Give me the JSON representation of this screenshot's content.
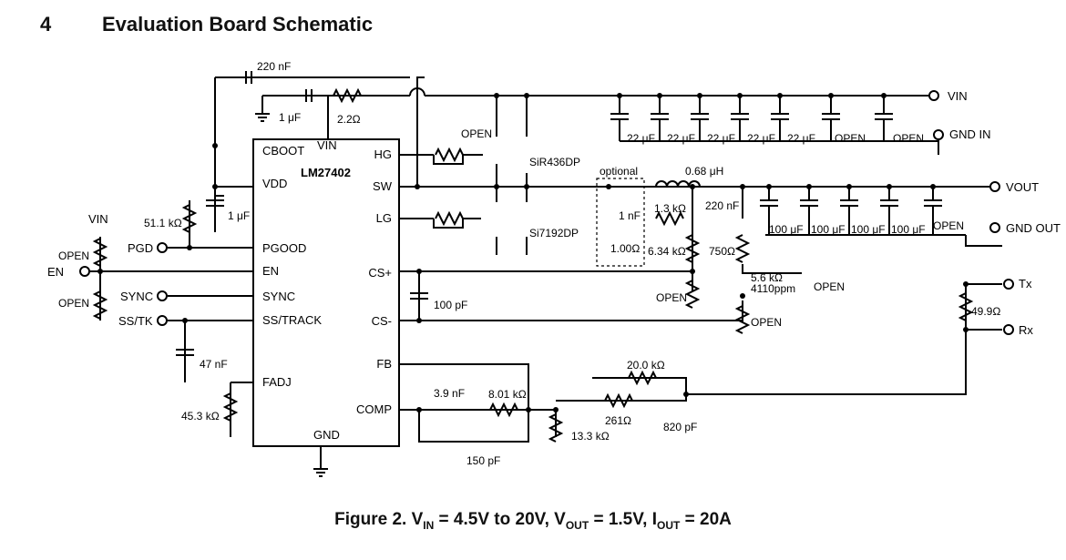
{
  "header": {
    "number": "4",
    "title": "Evaluation Board Schematic"
  },
  "ic": {
    "name": "LM27402",
    "pins_left": [
      "CBOOT",
      "VDD",
      "PGOOD",
      "EN",
      "SYNC",
      "SS/TRACK",
      "FADJ"
    ],
    "pins_right": [
      "HG",
      "SW",
      "LG",
      "CS+",
      "CS-",
      "FB",
      "COMP"
    ],
    "pin_top": "VIN",
    "pin_bottom": "GND"
  },
  "terminals": {
    "vin": "VIN",
    "gnd_in": "GND IN",
    "vout": "VOUT",
    "gnd_out": "GND OUT",
    "tx": "Tx",
    "rx": "Rx",
    "en": "EN",
    "pgd": "PGD",
    "sync": "SYNC",
    "ss_tk": "SS/TK",
    "vin_left": "VIN"
  },
  "labels": {
    "optional": "optional",
    "cb_val": "220 nF",
    "cin_val": "1 μF",
    "rin_val": "2.2Ω",
    "qt2_open": "OPEN",
    "qt1_part": "SiR436DP",
    "ql1_part": "Si7192DP",
    "cdd_val": "1 μF",
    "rpg_val": "51.1 kΩ",
    "ren1_val": "OPEN",
    "ren2_val": "OPEN",
    "lout_val": "0.68 μH",
    "csb_val": "1 nF",
    "rsb_val": "1.00Ω",
    "rs_val": "1.3 kΩ",
    "cs_val": "220 nF",
    "rs1_val": "6.34 kΩ",
    "rs3_val": "750Ω",
    "rtc_val": "5.6 kΩ",
    "rtc_part": "4110ppm",
    "rs5_val": "OPEN",
    "rs2_val": "OPEN",
    "rs4_val": "OPEN",
    "csy_val": "100 pF",
    "css_val": "47 nF",
    "rf_val": "45.3 kΩ",
    "cc1_val": "3.9 nF",
    "rc1_val": "8.01 kΩ",
    "cc2_val": "150 pF",
    "rfb1_val": "20.0 kΩ",
    "rc2_val": "261Ω",
    "cc3_val": "820 pF",
    "rfb2_val": "13.3 kΩ",
    "rs0_val": "49.9Ω",
    "cin_bank": [
      "22 μF",
      "22 μF",
      "22 μF",
      "22 μF",
      "22 μF",
      "OPEN",
      "OPEN"
    ],
    "cout_bank": [
      "100 μF",
      "100 μF",
      "100 μF",
      "100 μF",
      "OPEN"
    ]
  },
  "caption": {
    "prefix": "Figure 2. ",
    "vin_main": "V",
    "vin_sub": "IN",
    "vin_rest": " = 4.5V to 20V, ",
    "vout_main": "V",
    "vout_sub": "OUT",
    "vout_rest": " = 1.5V, ",
    "iout_main": "I",
    "iout_sub": "OUT",
    "iout_rest": " = 20A"
  },
  "colors": {
    "line": "#000000",
    "background": "#ffffff"
  }
}
